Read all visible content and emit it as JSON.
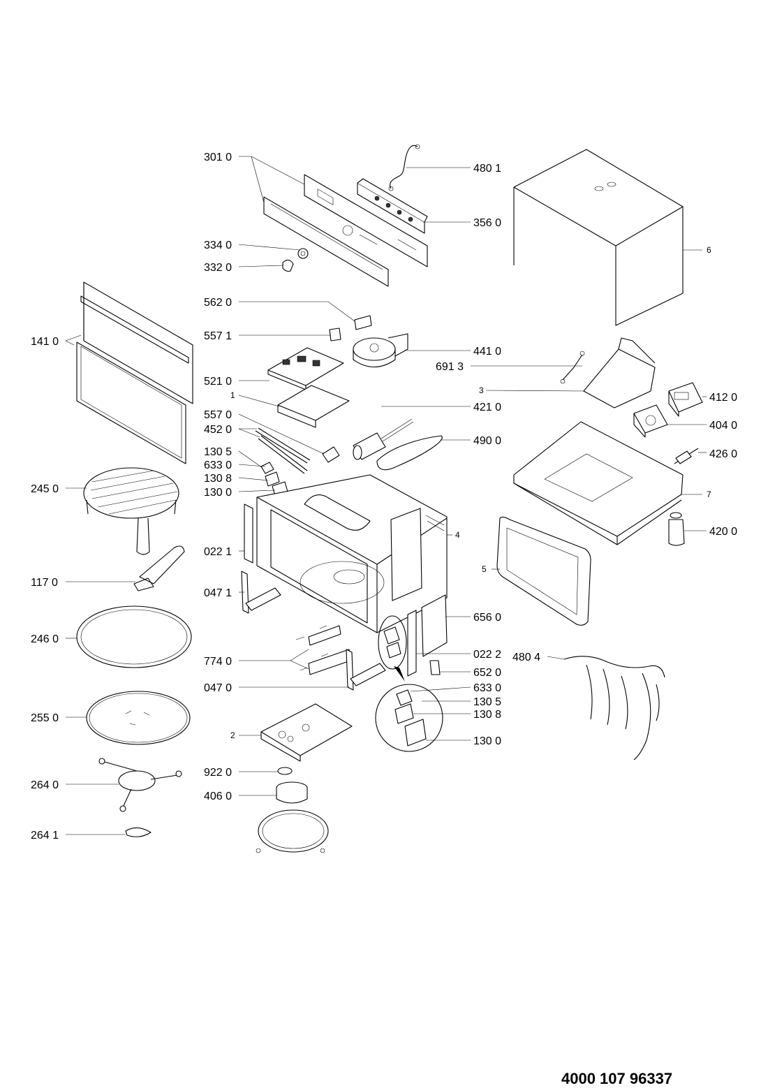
{
  "document_number": "4000 107 96337",
  "labels": [
    {
      "id": "3010",
      "text": "301 0"
    },
    {
      "id": "4801",
      "text": "480 1"
    },
    {
      "id": "3560",
      "text": "356 0"
    },
    {
      "id": "3340",
      "text": "334 0"
    },
    {
      "id": "3320",
      "text": "332 0"
    },
    {
      "id": "5620",
      "text": "562 0"
    },
    {
      "id": "5571",
      "text": "557 1"
    },
    {
      "id": "4410",
      "text": "441 0"
    },
    {
      "id": "1410",
      "text": "141 0"
    },
    {
      "id": "5210",
      "text": "521 0"
    },
    {
      "id": "1",
      "text": "1"
    },
    {
      "id": "5570",
      "text": "557 0"
    },
    {
      "id": "4520",
      "text": "452 0"
    },
    {
      "id": "1305a",
      "text": "130 5"
    },
    {
      "id": "6330a",
      "text": "633 0"
    },
    {
      "id": "1308a",
      "text": "130 8"
    },
    {
      "id": "1300a",
      "text": "130 0"
    },
    {
      "id": "4210",
      "text": "421 0"
    },
    {
      "id": "4900",
      "text": "490 0"
    },
    {
      "id": "2450",
      "text": "245 0"
    },
    {
      "id": "0221",
      "text": "022 1"
    },
    {
      "id": "4",
      "text": "4"
    },
    {
      "id": "1170",
      "text": "117 0"
    },
    {
      "id": "0471",
      "text": "047 1"
    },
    {
      "id": "6",
      "text": "6"
    },
    {
      "id": "6913",
      "text": "691 3"
    },
    {
      "id": "3",
      "text": "3"
    },
    {
      "id": "4120",
      "text": "412 0"
    },
    {
      "id": "4040",
      "text": "404 0"
    },
    {
      "id": "4260",
      "text": "426 0"
    },
    {
      "id": "7",
      "text": "7"
    },
    {
      "id": "4200",
      "text": "420 0"
    },
    {
      "id": "5",
      "text": "5"
    },
    {
      "id": "2460",
      "text": "246 0"
    },
    {
      "id": "6560",
      "text": "656 0"
    },
    {
      "id": "0222",
      "text": "022 2"
    },
    {
      "id": "4804",
      "text": "480 4"
    },
    {
      "id": "7740",
      "text": "774 0"
    },
    {
      "id": "6520",
      "text": "652 0"
    },
    {
      "id": "0470",
      "text": "047 0"
    },
    {
      "id": "6330b",
      "text": "633 0"
    },
    {
      "id": "1305b",
      "text": "130 5"
    },
    {
      "id": "2550",
      "text": "255 0"
    },
    {
      "id": "1308b",
      "text": "130 8"
    },
    {
      "id": "2",
      "text": "2"
    },
    {
      "id": "1300b",
      "text": "130 0"
    },
    {
      "id": "9220",
      "text": "922 0"
    },
    {
      "id": "2640",
      "text": "264 0"
    },
    {
      "id": "4060",
      "text": "406 0"
    },
    {
      "id": "2641",
      "text": "264 1"
    }
  ]
}
